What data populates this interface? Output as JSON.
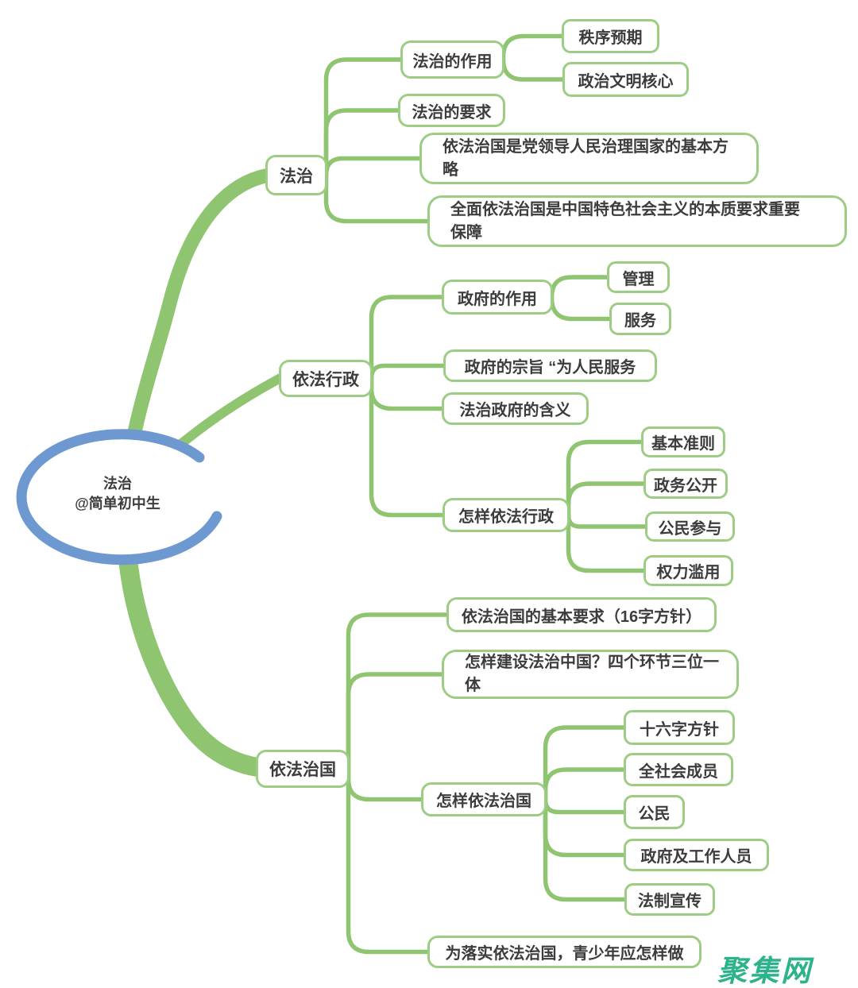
{
  "center": {
    "title": "法治",
    "subtitle": "@简单初中生"
  },
  "watermark": "聚集网",
  "colors": {
    "branch_green": "#8fc471",
    "box_border_green": "#9dcc84",
    "center_blue": "#6d99d0",
    "text": "#3c3c3c",
    "watermark_teal": "#2db38b",
    "background": "#ffffff"
  },
  "branches": [
    {
      "label": "法治",
      "children": [
        {
          "label": "法治的作用",
          "children": [
            {
              "label": "秩序预期"
            },
            {
              "label": "政治文明核心"
            }
          ]
        },
        {
          "label": "法治的要求"
        },
        {
          "label": "依法治国是党领导人民治理国家的基本方略"
        },
        {
          "label": "全面依法治国是中国特色社会主义的本质要求重要保障"
        }
      ]
    },
    {
      "label": "依法行政",
      "children": [
        {
          "label": "政府的作用",
          "children": [
            {
              "label": "管理"
            },
            {
              "label": "服务"
            }
          ]
        },
        {
          "label": "政府的宗旨 “为人民服务"
        },
        {
          "label": "法治政府的含义"
        },
        {
          "label": "怎样依法行政",
          "children": [
            {
              "label": "基本准则"
            },
            {
              "label": "政务公开"
            },
            {
              "label": "公民参与"
            },
            {
              "label": "权力滥用"
            }
          ]
        }
      ]
    },
    {
      "label": "依法治国",
      "children": [
        {
          "label": "依法治国的基本要求（16字方针）"
        },
        {
          "label": "怎样建设法治中国？四个环节三位一体"
        },
        {
          "label": "怎样依法治国",
          "children": [
            {
              "label": "十六字方针"
            },
            {
              "label": "全社会成员"
            },
            {
              "label": "公民"
            },
            {
              "label": "政府及工作人员"
            },
            {
              "label": "法制宣传"
            }
          ]
        },
        {
          "label": "为落实依法治国，青少年应怎样做"
        }
      ]
    }
  ]
}
